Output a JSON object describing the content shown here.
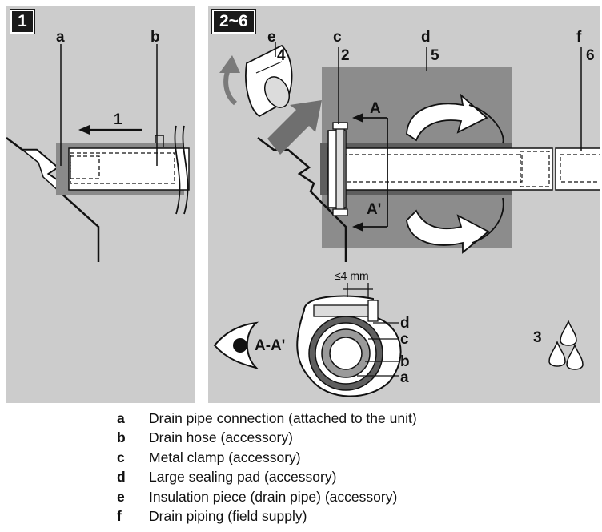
{
  "panels": [
    {
      "step": "1"
    },
    {
      "step": "2~6"
    }
  ],
  "labels": {
    "a": "a",
    "b": "b",
    "c": "c",
    "d": "d",
    "e": "e",
    "f": "f",
    "step1": "1",
    "step2": "2",
    "step3": "3",
    "step4": "4",
    "step5": "5",
    "step6": "6",
    "section_a": "A",
    "section_a_prime": "A'",
    "section_view": "A-A'",
    "gap": "≤4 mm"
  },
  "legend": [
    {
      "key": "a",
      "text": "Drain pipe connection (attached to the unit)"
    },
    {
      "key": "b",
      "text": "Drain hose (accessory)"
    },
    {
      "key": "c",
      "text": "Metal clamp (accessory)"
    },
    {
      "key": "d",
      "text": "Large sealing pad (accessory)"
    },
    {
      "key": "e",
      "text": "Insulation piece (drain pipe) (accessory)"
    },
    {
      "key": "f",
      "text": "Drain piping (field supply)"
    }
  ]
}
